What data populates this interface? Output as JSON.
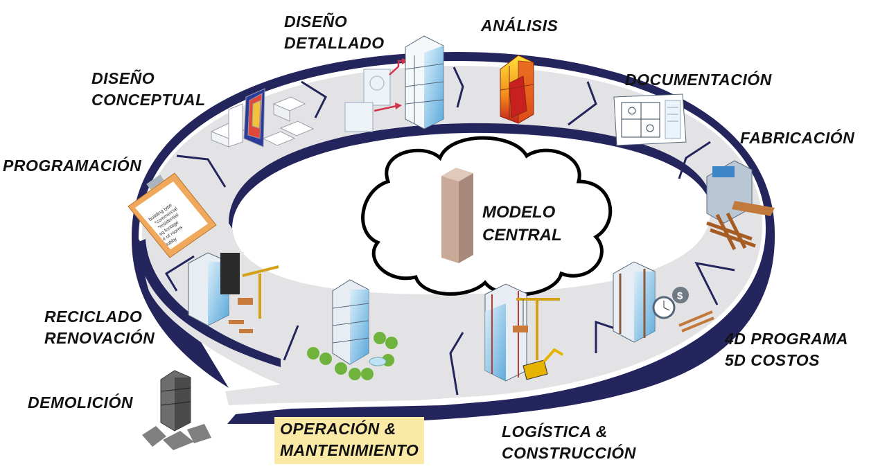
{
  "center": {
    "line1": "MODELO",
    "line2": "CENTRAL"
  },
  "stages": [
    {
      "id": "diseno-detallado",
      "lines": [
        "DISEÑO",
        "DETALLADO"
      ]
    },
    {
      "id": "analisis",
      "lines": [
        "ANÁLISIS"
      ]
    },
    {
      "id": "documentacion",
      "lines": [
        "DOCUMENTACIÓN"
      ]
    },
    {
      "id": "fabricacion",
      "lines": [
        "FABRICACIÓN"
      ]
    },
    {
      "id": "programa-costos",
      "lines": [
        "4D PROGRAMA",
        "5D COSTOS"
      ]
    },
    {
      "id": "logistica",
      "lines": [
        "LOGÍSTICA  &",
        "CONSTRUCCIÓN"
      ]
    },
    {
      "id": "operacion",
      "lines": [
        "OPERACIÓN  &",
        "MANTENIMIENTO"
      ]
    },
    {
      "id": "demolicion",
      "lines": [
        "DEMOLICIÓN"
      ]
    },
    {
      "id": "reciclado",
      "lines": [
        "RECICLADO",
        "RENOVACIÓN"
      ]
    },
    {
      "id": "programacion",
      "lines": [
        "PROGRAMACIÓN"
      ]
    },
    {
      "id": "diseno-conceptual",
      "lines": [
        "DISEÑO",
        "CONCEPTUAL"
      ]
    }
  ],
  "clipboard": {
    "items": [
      "building type",
      "*commercial",
      "*residential",
      "sq footage",
      "# of rooms",
      "lobby"
    ]
  },
  "colors": {
    "ring": "#e3e3e6",
    "ring_edge": "#25255e",
    "highlight": "#faeaa6",
    "tower": "#c9aa98"
  }
}
